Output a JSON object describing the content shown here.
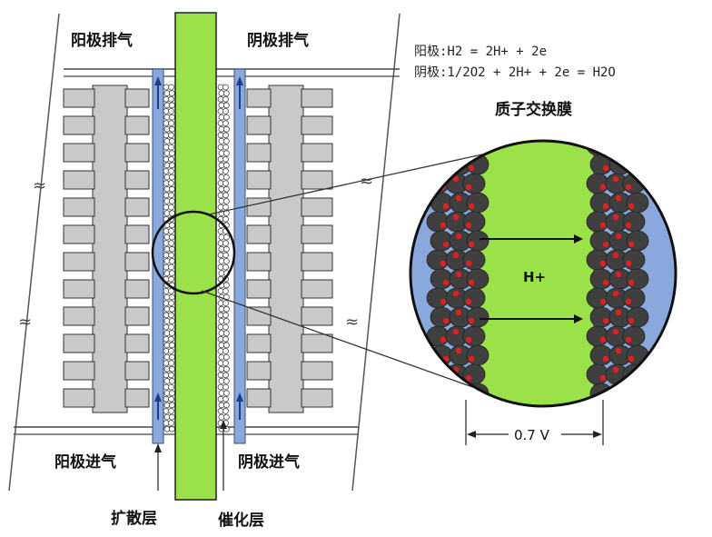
{
  "labels": {
    "anode_exhaust": "阳极排气",
    "cathode_exhaust": "阴极排气",
    "anode_inlet": "阳极进气",
    "cathode_inlet": "阴极进气",
    "diffusion_layer": "扩散层",
    "catalyst_layer": "催化层",
    "membrane": "质子交换膜",
    "ion": "H+",
    "voltage": "0.7 V"
  },
  "equations": {
    "anode": "阳极:H2 = 2H+ + 2e",
    "cathode": "阴极:1/2O2 + 2H+ + 2e = H2O"
  },
  "colors": {
    "membrane_green": "#9be24a",
    "diffusion_blue": "#8aa8dc",
    "plate_gray": "#c9c9c9",
    "catalyst_dark": "#3f3f3f",
    "catalyst_red": "#e02020"
  }
}
